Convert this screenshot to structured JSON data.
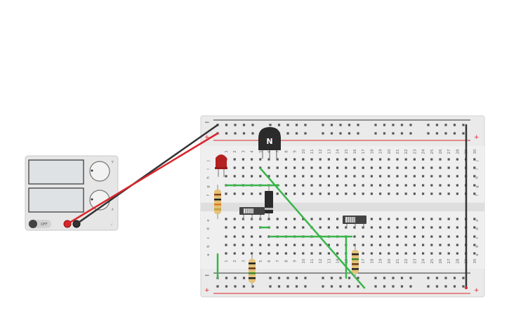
{
  "power_supply": {
    "switch_label": "OFF",
    "knob1_label": "V",
    "knob2_label": "A",
    "brand": "",
    "case_color": "#e3e3e3",
    "display_color": "#dde0e2"
  },
  "breadboard": {
    "minus_label": "−",
    "plus_label": "+",
    "row_labels_top": [
      "j",
      "i",
      "h",
      "g",
      "f"
    ],
    "row_labels_bottom": [
      "e",
      "d",
      "c",
      "b",
      "a"
    ],
    "column_numbers": [
      "1",
      "2",
      "3",
      "4",
      "5",
      "6",
      "7",
      "8",
      "9",
      "10",
      "11",
      "12",
      "13",
      "14",
      "15",
      "16",
      "17",
      "18",
      "19",
      "20",
      "21",
      "22",
      "23",
      "24",
      "25",
      "26",
      "27",
      "28",
      "29",
      "30"
    ],
    "board_color": "#e8e8e8",
    "rail_red": "#d9252a",
    "rail_black": "#333333"
  },
  "components": {
    "transistor_label": "N",
    "led_color": "#b52020",
    "wire_color": "#3ab54a"
  },
  "wires": {
    "red": "#d9252a",
    "black": "#333333"
  }
}
